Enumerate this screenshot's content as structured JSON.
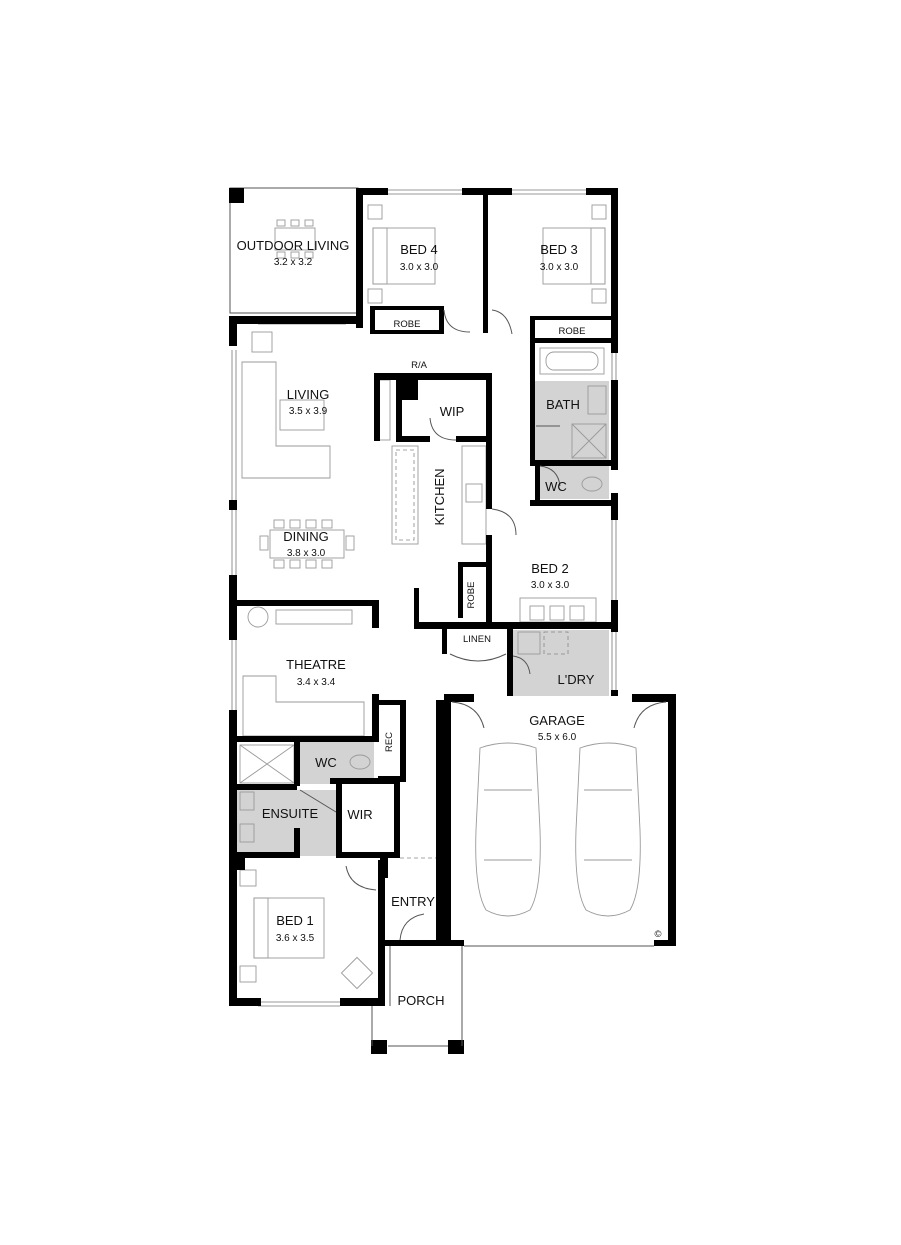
{
  "rooms": {
    "outdoor_living": {
      "label": "OUTDOOR LIVING",
      "dim": "3.2 x 3.2"
    },
    "bed4": {
      "label": "BED 4",
      "dim": "3.0 x 3.0"
    },
    "bed3": {
      "label": "BED 3",
      "dim": "3.0 x 3.0"
    },
    "robe_bed4": {
      "label": "ROBE"
    },
    "robe_bed3": {
      "label": "ROBE"
    },
    "ra": {
      "label": "R/A"
    },
    "living": {
      "label": "LIVING",
      "dim": "3.5 x 3.9"
    },
    "wip": {
      "label": "WIP"
    },
    "bath": {
      "label": "BATH"
    },
    "kitchen": {
      "label": "KITCHEN"
    },
    "wc_main": {
      "label": "WC"
    },
    "dining": {
      "label": "DINING",
      "dim": "3.8 x 3.0"
    },
    "bed2": {
      "label": "BED 2",
      "dim": "3.0 x 3.0"
    },
    "robe_bed2": {
      "label": "ROBE"
    },
    "linen": {
      "label": "LINEN"
    },
    "theatre": {
      "label": "THEATRE",
      "dim": "3.4 x 3.4"
    },
    "laundry": {
      "label": "L'DRY"
    },
    "garage": {
      "label": "GARAGE",
      "dim": "5.5 x 6.0"
    },
    "rec": {
      "label": "REC"
    },
    "wc_ensuite": {
      "label": "WC"
    },
    "ensuite": {
      "label": "ENSUITE"
    },
    "wir": {
      "label": "WIR"
    },
    "entry": {
      "label": "ENTRY"
    },
    "bed1": {
      "label": "BED 1",
      "dim": "3.6 x 3.5"
    },
    "porch": {
      "label": "PORCH"
    }
  },
  "copyright_symbol": "©",
  "colors": {
    "wall": "#000000",
    "wet_area": "#d3d3d3",
    "furniture": "#9a9a9a"
  }
}
